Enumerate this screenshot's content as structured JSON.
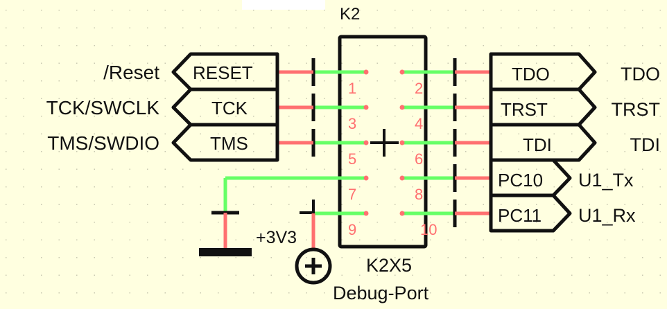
{
  "component": {
    "refdes": "K2",
    "value": "K2X5",
    "description": "Debug-Port",
    "pins": [
      {
        "number": "1",
        "side": "left",
        "row": 0
      },
      {
        "number": "2",
        "side": "right",
        "row": 0
      },
      {
        "number": "3",
        "side": "left",
        "row": 1
      },
      {
        "number": "4",
        "side": "right",
        "row": 1
      },
      {
        "number": "5",
        "side": "left",
        "row": 2
      },
      {
        "number": "6",
        "side": "right",
        "row": 2
      },
      {
        "number": "7",
        "side": "left",
        "row": 3
      },
      {
        "number": "8",
        "side": "right",
        "row": 3
      },
      {
        "number": "9",
        "side": "left",
        "row": 4
      },
      {
        "number": "10",
        "side": "right",
        "row": 4
      }
    ]
  },
  "left_ports": [
    {
      "port_label": "RESET",
      "net_name": "/Reset",
      "pin": "1"
    },
    {
      "port_label": "TCK",
      "net_name": "TCK/SWCLK",
      "pin": "3"
    },
    {
      "port_label": "TMS",
      "net_name": "TMS/SWDIO",
      "pin": "5"
    }
  ],
  "right_ports": [
    {
      "port_label": "TDO",
      "net_name": "TDO",
      "pin": "2"
    },
    {
      "port_label": "TRST",
      "net_name": "TRST",
      "pin": "4"
    },
    {
      "port_label": "TDI",
      "net_name": "TDI",
      "pin": "6"
    },
    {
      "port_label": "PC10",
      "net_name": "U1_Tx",
      "pin": "8"
    },
    {
      "port_label": "PC11",
      "net_name": "U1_Rx",
      "pin": "10"
    }
  ],
  "power": {
    "supply_label": "+3V3",
    "supply_pin": "9",
    "ground_pin": "7"
  },
  "colors": {
    "background": "#ffffe0",
    "wire_net": "#66ff66",
    "wire_stub": "#ff7070",
    "outline": "#111111",
    "pin_number": "#ff7070"
  }
}
